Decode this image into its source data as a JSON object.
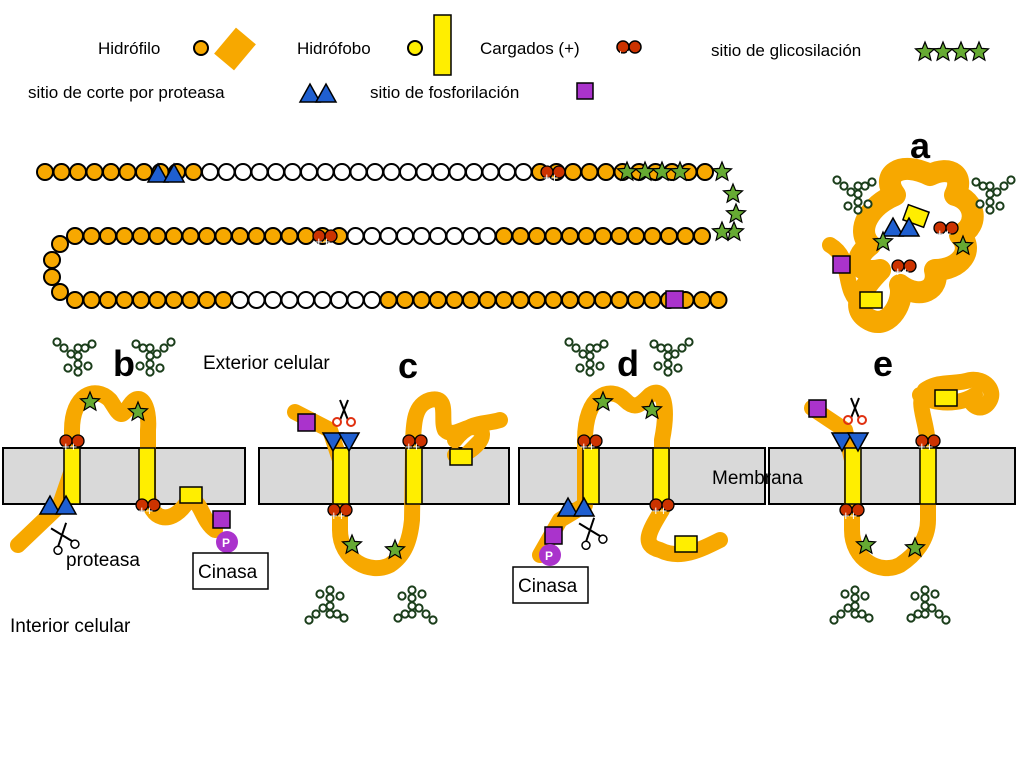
{
  "legend": {
    "hydrophilic": "Hidrófilo",
    "hydrophobic": "Hidrófobo",
    "charged": "Cargados (+)",
    "glyco": "sitio de glicosilación",
    "protease_site": "sitio de corte por proteasa",
    "phospho": "sitio de fosforilación"
  },
  "panels": {
    "a": "a",
    "b": "b",
    "c": "c",
    "d": "d",
    "e": "e"
  },
  "labels": {
    "exterior": "Exterior celular",
    "interior": "Interior celular",
    "membrane": "Membrana",
    "protease": "proteasa",
    "kinase_b": "Cinasa",
    "kinase_d": "Cinasa",
    "p_b": "P",
    "p_d": "P",
    "charge_mark": "++"
  },
  "colors": {
    "hydrophilic": "#f7a800",
    "hydrophobic": "#ffee00",
    "charged": "#cc3300",
    "glyco_star": "#66aa33",
    "protease_triangle": "#1f5fd0",
    "phospho_square": "#aa33cc",
    "membrane": "#d9d9d9"
  },
  "icons": [
    "scissors-icon",
    "star-icon",
    "triangle-icon",
    "square-icon"
  ]
}
